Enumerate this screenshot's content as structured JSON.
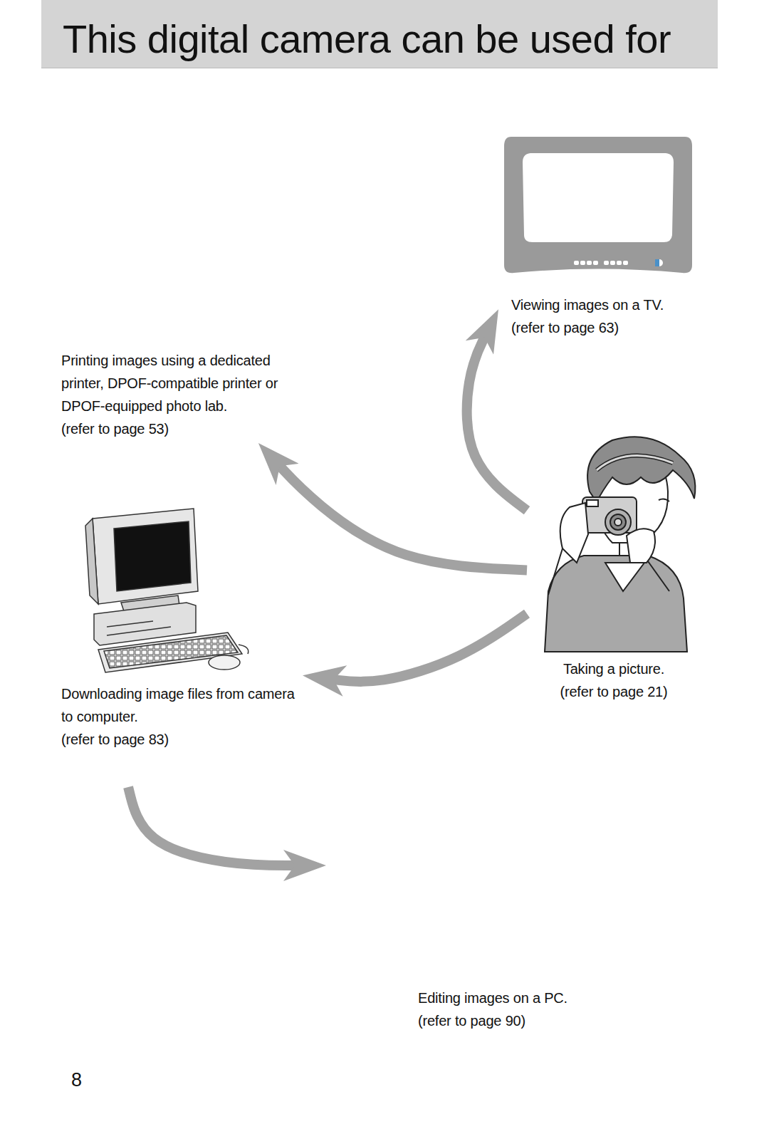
{
  "diagram": {
    "title": "This digital camera can be used for",
    "nodes": [
      {
        "text": [
          "Viewing images on a TV.",
          "(refer to page 63)"
        ]
      },
      {
        "text": [
          "Printing images using a dedicated printer, DPOF-compatible printer or DPOF-equipped photo lab.",
          "(refer to page 53)"
        ]
      },
      {
        "text": [
          "Taking a picture.",
          "(refer to page 21)"
        ]
      },
      {
        "text": [
          "Downloading image files from camera to computer.",
          "(refer to page 83)"
        ]
      },
      {
        "text": [
          "Editing images on a PC.",
          "(refer to page 90)"
        ]
      }
    ],
    "edges": [
      {
        "from": 2,
        "to": 0,
        "arrow": "to"
      },
      {
        "from": 2,
        "to": 1,
        "arrow": "to"
      },
      {
        "from": 2,
        "to": 3,
        "arrow": "to"
      },
      {
        "from": 3,
        "to": 4,
        "arrow": "to"
      }
    ],
    "labels": [
      "8"
    ]
  }
}
